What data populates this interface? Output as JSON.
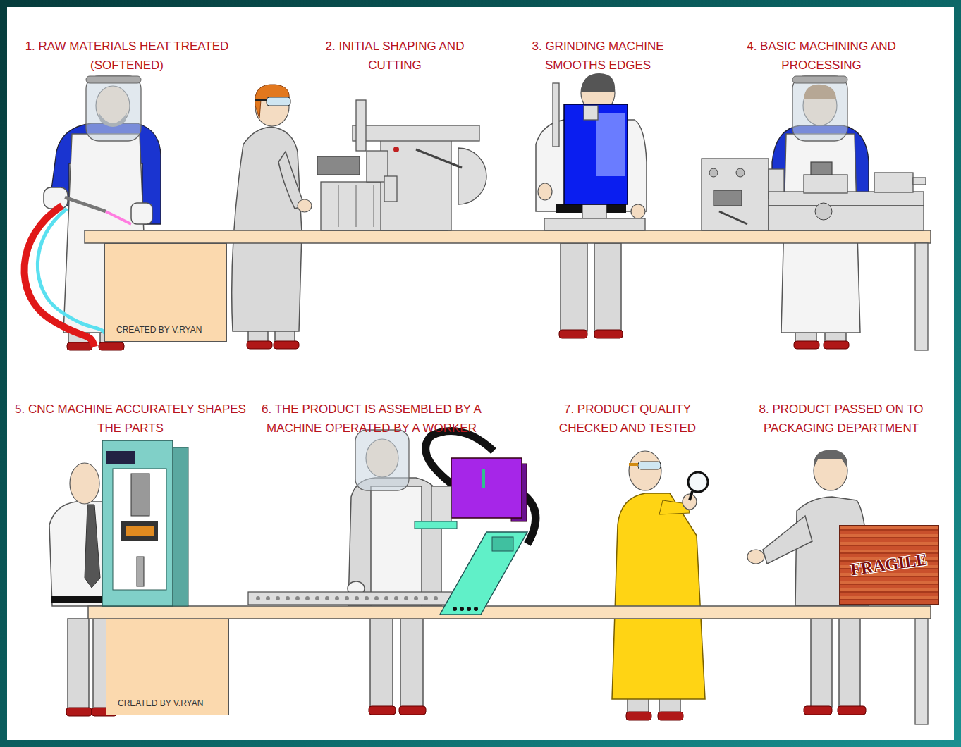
{
  "diagram": {
    "nodes": [
      {
        "text": [
          "CREATED BY V.RYAN"
        ]
      },
      {
        "text": [
          "CREATED BY V.RYAN"
        ]
      },
      {
        "text": [
          "FRAGILE"
        ]
      }
    ],
    "labels": [
      "1. RAW MATERIALS HEAT TREATED (SOFTENED)",
      "2. INITIAL SHAPING AND CUTTING",
      "3. GRINDING MACHINE SMOOTHS EDGES",
      "4. BASIC MACHINING AND PROCESSING",
      "5. CNC MACHINE ACCURATELY SHAPES THE PARTS",
      "6. THE PRODUCT IS ASSEMBLED BY A MACHINE OPERATED BY A WORKER",
      "7. PRODUCT QUALITY CHECKED AND TESTED",
      "8. PRODUCT PASSED ON TO PACKAGING DEPARTMENT"
    ]
  }
}
